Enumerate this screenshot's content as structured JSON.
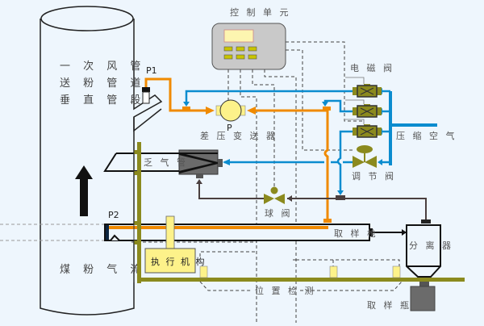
{
  "diagram": {
    "pipe_label": [
      "一 次 风 管",
      "送 粉 管 道",
      "垂 直 管 段"
    ],
    "coal_flow_label": "煤 粉 气 流",
    "p1_label": "P1",
    "p2_label": "P2",
    "control_unit_label": "控 制 单 元",
    "dp_transmitter_label": "差 压 变 送 器",
    "dp_symbol": "P",
    "solenoid_valve_label": "电 磁 阀",
    "compressed_air_label": "压 缩 空 气",
    "regulating_valve_label": "调 节 阀",
    "exhaust_pipe_label": "乏 气 管",
    "ball_valve_label": "球 阀",
    "sampling_gun_label": "取 样 枪",
    "separator_label": "分 离 器",
    "actuator_label": "执 行 机 构",
    "position_detect_label": "位 置 检 测",
    "sample_bottle_label": "取 样 瓶"
  },
  "colors": {
    "background": "#eef6fd",
    "air_line": "#0b8ccf",
    "pressure_line": "#f08a00",
    "rail": "#8b8a1e",
    "yellow": "#fdf28a",
    "control_panel": "#c9c9c9"
  }
}
